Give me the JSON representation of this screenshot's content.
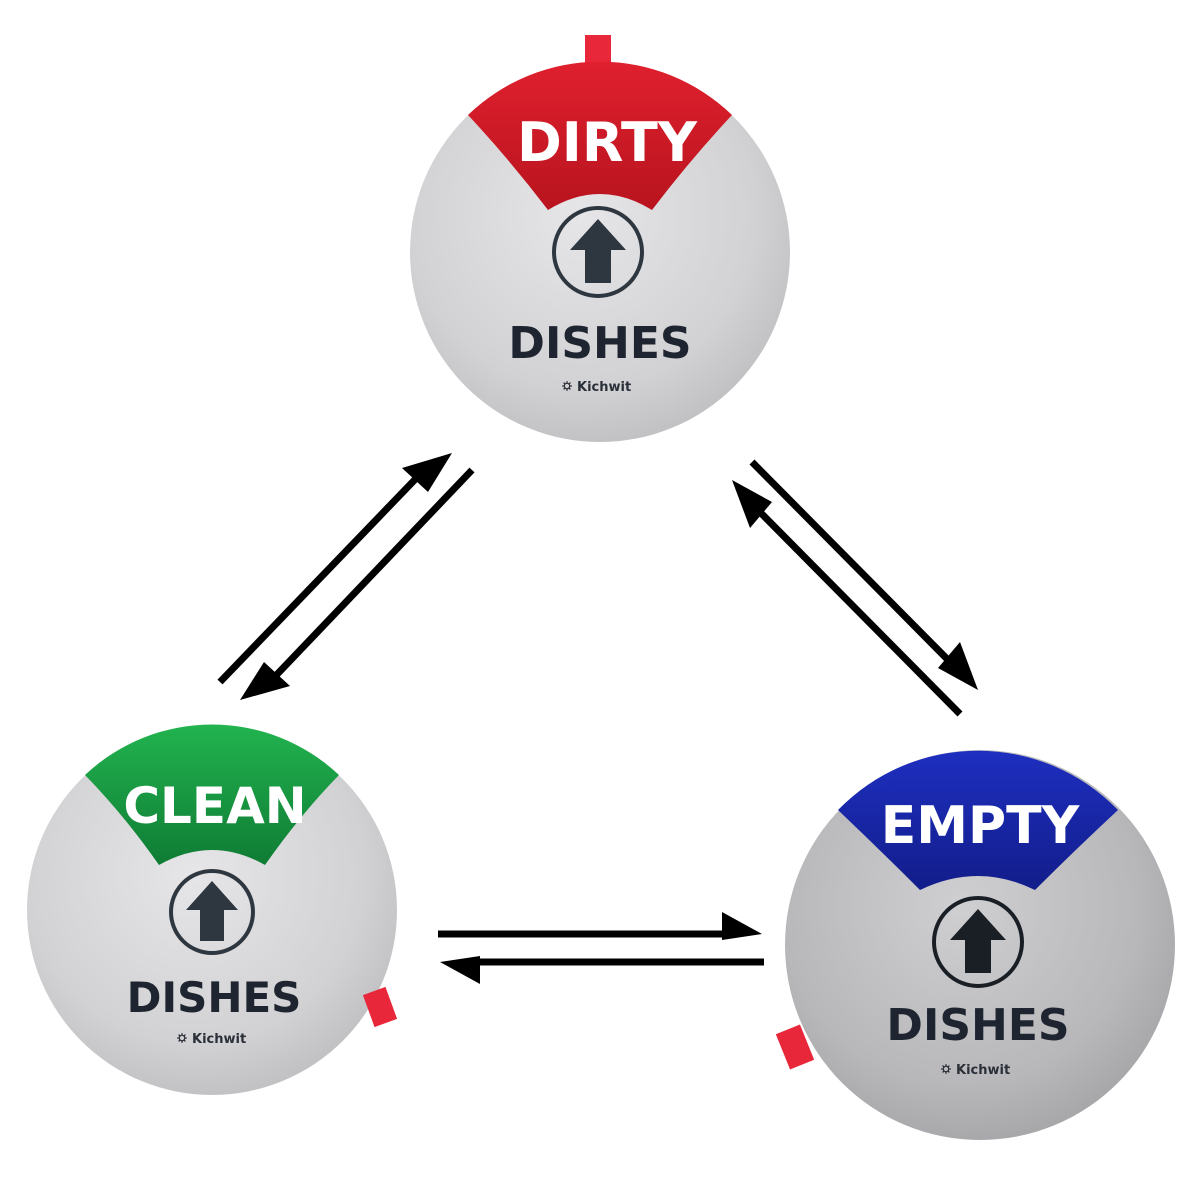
{
  "magnets": {
    "dirty": {
      "status": "DIRTY",
      "label": "DISHES",
      "brand": "Kichwit",
      "banner_color": "#e3222f"
    },
    "clean": {
      "status": "CLEAN",
      "label": "DISHES",
      "brand": "Kichwit",
      "banner_color": "#1aa84a"
    },
    "empty": {
      "status": "EMPTY",
      "label": "DISHES",
      "brand": "Kichwit",
      "banner_color": "#1f2fb5"
    }
  },
  "colors": {
    "background": "#ffffff",
    "face": "#d4d4d6",
    "tab": "#e8283a",
    "arrow_icon": "#2e3640"
  },
  "icons": [
    "arrow-up-icon",
    "gear-icon",
    "double-arrow-icon"
  ]
}
